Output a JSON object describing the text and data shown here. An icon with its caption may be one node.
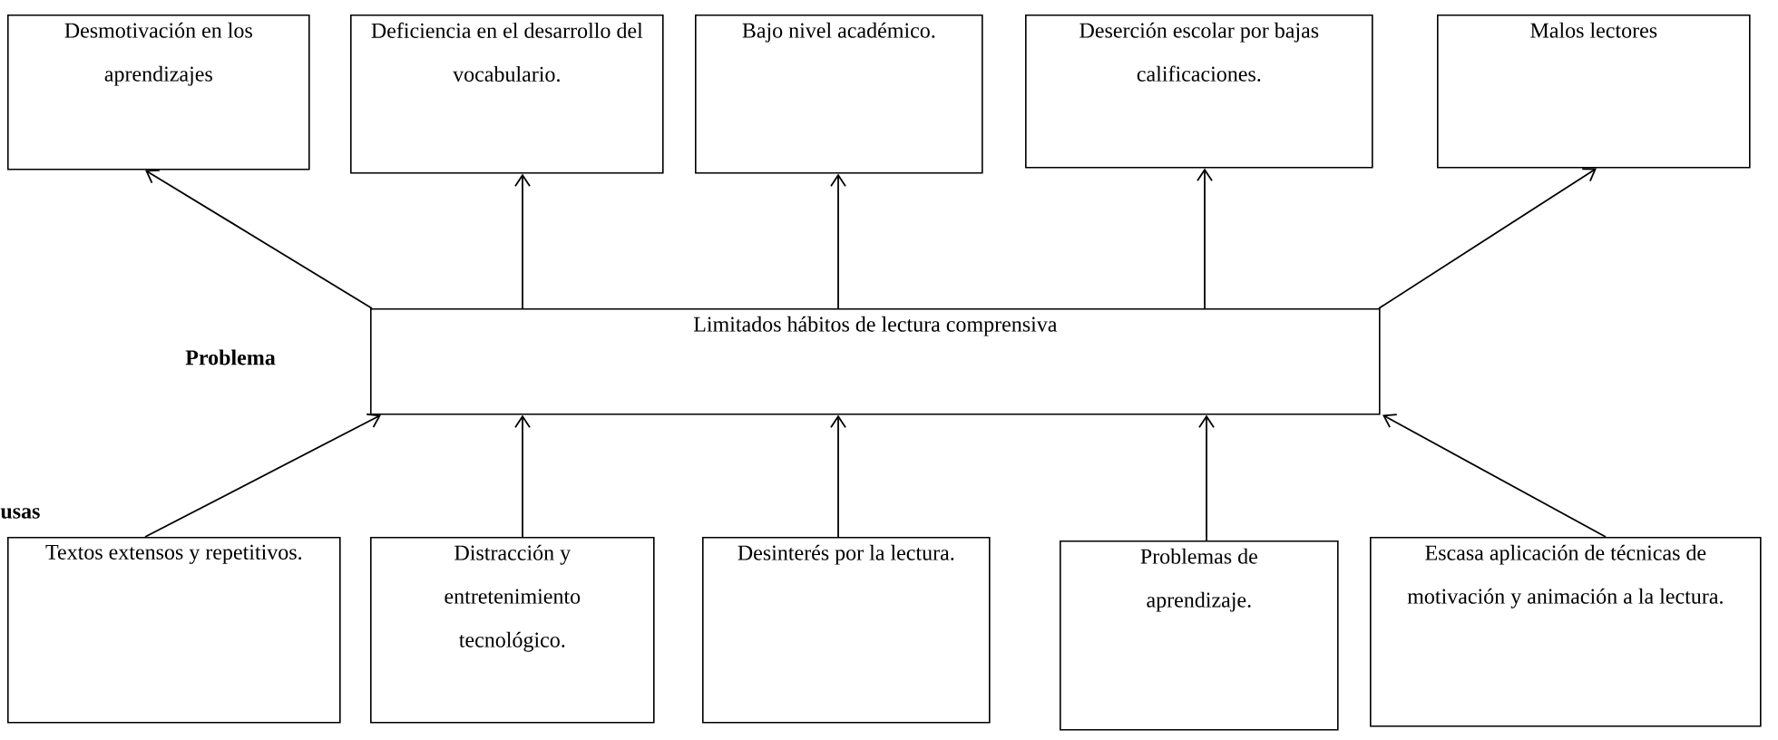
{
  "diagram": {
    "nodes": [
      {
        "text": [
          "Desmotivación en los aprendizajes"
        ]
      },
      {
        "text": [
          "Deficiencia en el desarrollo del vocabulario."
        ]
      },
      {
        "text": [
          "Bajo nivel académico."
        ]
      },
      {
        "text": [
          "Deserción escolar por bajas calificaciones."
        ]
      },
      {
        "text": [
          "Malos lectores"
        ]
      },
      {
        "text": [
          "Limitados hábitos de lectura comprensiva"
        ]
      },
      {
        "text": [
          "Textos extensos y repetitivos."
        ]
      },
      {
        "text": [
          "Distracción y entretenimiento tecnológico."
        ]
      },
      {
        "text": [
          "Desinterés por la lectura."
        ]
      },
      {
        "text": [
          "Problemas de aprendizaje."
        ]
      },
      {
        "text": [
          "Escasa aplicación de técnicas de motivación y animación a la lectura."
        ]
      }
    ],
    "edges": [
      {
        "from": 5,
        "to": 0,
        "arrow": "to"
      },
      {
        "from": 5,
        "to": 1,
        "arrow": "to"
      },
      {
        "from": 5,
        "to": 2,
        "arrow": "to"
      },
      {
        "from": 5,
        "to": 3,
        "arrow": "to"
      },
      {
        "from": 5,
        "to": 4,
        "arrow": "to"
      },
      {
        "from": 6,
        "to": 5,
        "arrow": "to"
      },
      {
        "from": 7,
        "to": 5,
        "arrow": "to"
      },
      {
        "from": 8,
        "to": 5,
        "arrow": "to"
      },
      {
        "from": 9,
        "to": 5,
        "arrow": "to"
      },
      {
        "from": 10,
        "to": 5,
        "arrow": "to"
      }
    ],
    "labels": [
      "Problema",
      "usas"
    ]
  }
}
